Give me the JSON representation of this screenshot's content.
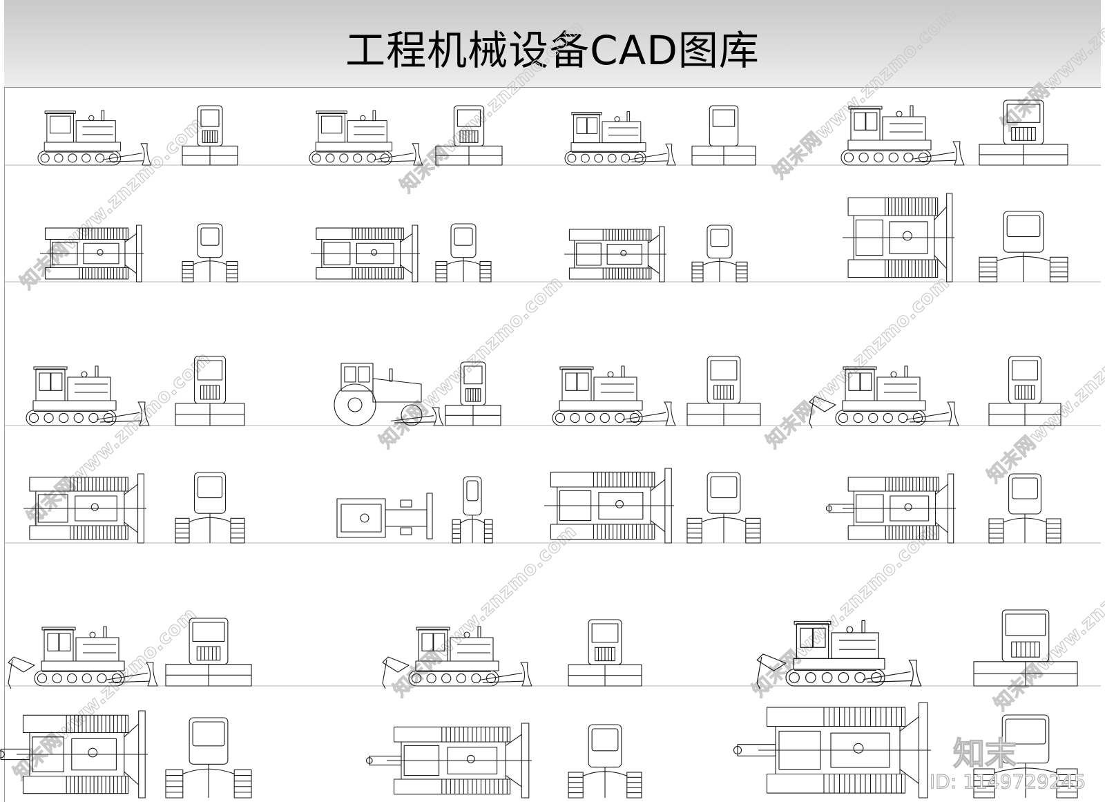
{
  "sheet": {
    "title": "工程机械设备CAD图库"
  },
  "watermark": {
    "text": "知末网www.znzmo.com",
    "brand": "知末",
    "asset_id": "ID: 1149729245"
  },
  "colors": {
    "line": "#1a1a1a",
    "header_top": "#c9c9c9",
    "header_bottom": "#eeeeee",
    "watermark": "#c9c9c9"
  },
  "drawings": {
    "row1": [
      "side-view",
      "front-view",
      "side-view",
      "front-view",
      "side-view",
      "front-view",
      "side-view",
      "front-view"
    ],
    "row2": [
      "plan-view",
      "rear-view",
      "plan-view",
      "rear-view",
      "plan-view",
      "rear-view",
      "plan-view",
      "rear-view"
    ],
    "row3": [
      "side-view",
      "front-view",
      "side-view",
      "front-view",
      "side-view",
      "front-view",
      "side-view",
      "front-view"
    ],
    "row4": [
      "plan-view",
      "rear-view",
      "plan-view",
      "rear-view",
      "plan-view",
      "rear-view",
      "plan-view",
      "rear-view"
    ],
    "row5": [
      "side-view",
      "front-view",
      "side-view",
      "front-view",
      "side-view",
      "front-view"
    ],
    "row6": [
      "plan-view",
      "rear-view",
      "plan-view",
      "rear-view",
      "plan-view",
      "rear-view"
    ]
  }
}
